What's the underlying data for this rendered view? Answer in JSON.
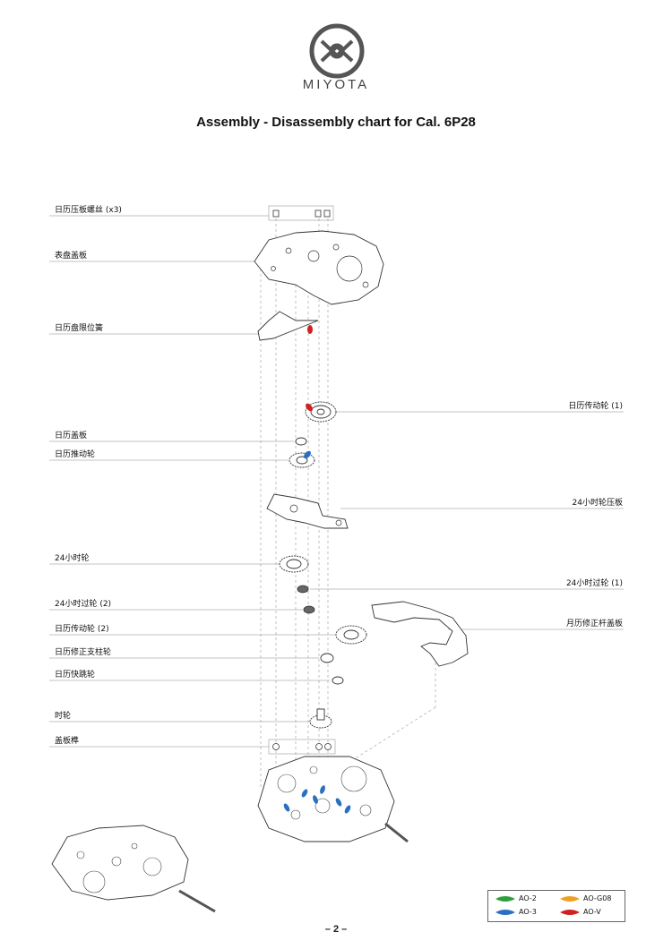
{
  "brand": "MIYOTA",
  "title": "Assembly - Disassembly chart for Cal. 6P28",
  "left_labels": [
    "日历压板螺丝 (x3)",
    "表盘盖板",
    "日历盘限位簧",
    "日历盖板",
    "日历推动轮",
    "24小时轮",
    "24小时过轮 (2)",
    "日历传动轮 (2)",
    "日历修正支柱轮",
    "日历快跳轮",
    "时轮",
    "盖板榫"
  ],
  "right_labels": [
    "日历传动轮 (1)",
    "24小时轮压板",
    "24小时过轮 (1)",
    "月历修正杆盖板"
  ],
  "legend": [
    {
      "label": "AO-2",
      "color": "#2e9e3e"
    },
    {
      "label": "AO-G08",
      "color": "#f0a020"
    },
    {
      "label": "AO-3",
      "color": "#2a6fc0"
    },
    {
      "label": "AO-V",
      "color": "#d02020"
    }
  ],
  "page_number": "– 2 –"
}
